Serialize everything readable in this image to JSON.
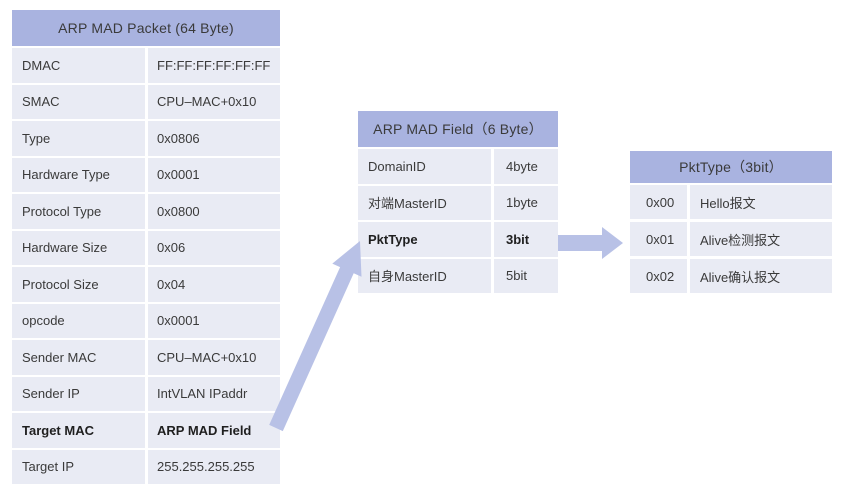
{
  "diagram": {
    "packet_table": {
      "title": "ARP MAD Packet (64 Byte)",
      "rows": [
        {
          "label": "DMAC",
          "value": "FF:FF:FF:FF:FF:FF",
          "bold": false
        },
        {
          "label": "SMAC",
          "value": "CPU–MAC+0x10",
          "bold": false
        },
        {
          "label": "Type",
          "value": "0x0806",
          "bold": false
        },
        {
          "label": "Hardware Type",
          "value": "0x0001",
          "bold": false
        },
        {
          "label": "Protocol Type",
          "value": "0x0800",
          "bold": false
        },
        {
          "label": "Hardware Size",
          "value": "0x06",
          "bold": false
        },
        {
          "label": "Protocol Size",
          "value": "0x04",
          "bold": false
        },
        {
          "label": "opcode",
          "value": "0x0001",
          "bold": false
        },
        {
          "label": "Sender MAC",
          "value": "CPU–MAC+0x10",
          "bold": false
        },
        {
          "label": "Sender IP",
          "value": "IntVLAN IPaddr",
          "bold": false
        },
        {
          "label": "Target MAC",
          "value": "ARP MAD Field",
          "bold": true
        },
        {
          "label": "Target IP",
          "value": "255.255.255.255",
          "bold": false
        }
      ]
    },
    "field_table": {
      "title": "ARP MAD Field（6 Byte）",
      "rows": [
        {
          "label": "DomainID",
          "value": "4byte",
          "bold": false
        },
        {
          "label": "对端MasterID",
          "value": "1byte",
          "bold": false
        },
        {
          "label": "PktType",
          "value": "3bit",
          "bold": true
        },
        {
          "label": "自身MasterID",
          "value": "5bit",
          "bold": false
        }
      ]
    },
    "pkttype_table": {
      "title": "PktType（3bit）",
      "rows": [
        {
          "label": "0x00",
          "value": "Hello报文",
          "bold": false
        },
        {
          "label": "0x01",
          "value": "Alive检测报文",
          "bold": false
        },
        {
          "label": "0x02",
          "value": "Alive确认报文",
          "bold": false
        }
      ]
    },
    "arrows": [
      {
        "name": "packet-to-field-arrow",
        "from": "Target MAC / ARP MAD Field row",
        "to": "ARP MAD Field table"
      },
      {
        "name": "field-to-pkttype-arrow",
        "from": "PktType / 3bit row",
        "to": "PktType table"
      }
    ]
  },
  "colors": {
    "header_bg": "#a9b3e0",
    "row_bg": "#e9ebf4",
    "arrow": "#b8c1e6",
    "text": "#3a3a3a",
    "bold_text": "#1f1f1f",
    "background": "#ffffff"
  }
}
